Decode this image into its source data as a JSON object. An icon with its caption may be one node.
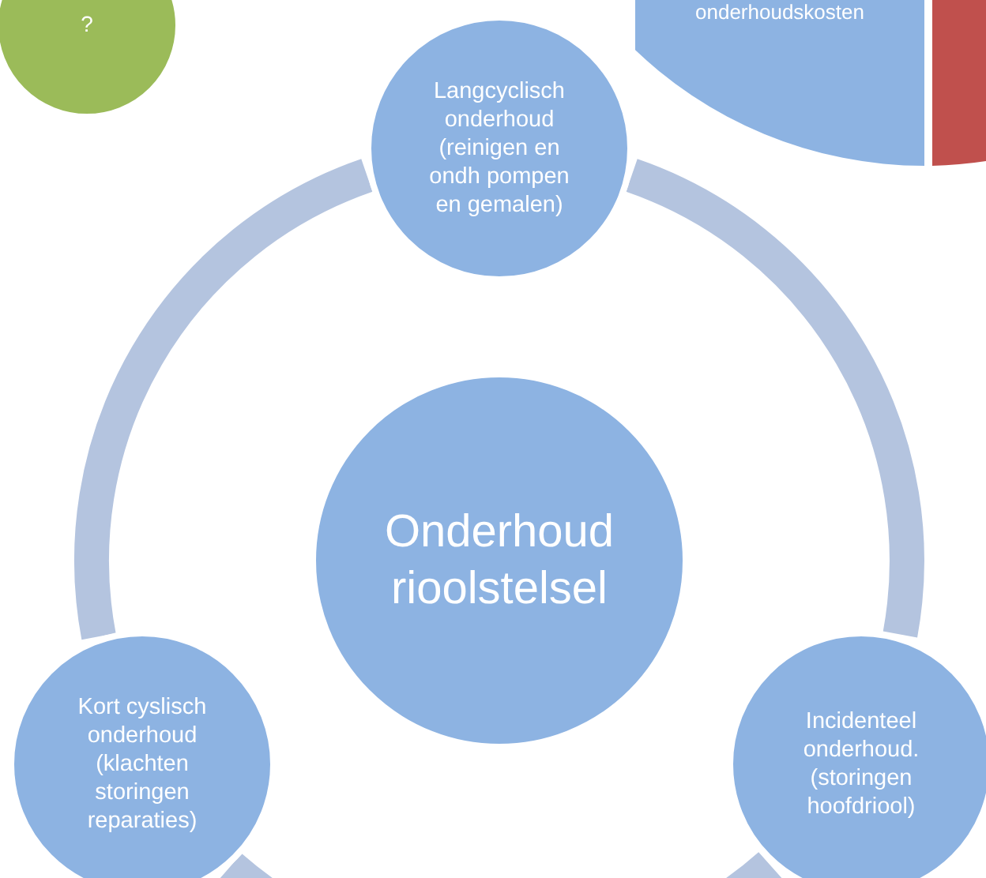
{
  "diagram": {
    "nodes": [
      {
        "text": [
          "?"
        ]
      },
      {
        "text": [
          "onderhoudskosten"
        ]
      },
      {
        "text": [],
        "shape": "box"
      },
      {
        "text": [
          "Langcyclisch onderhoud (reinigen en ondh pompen en gemalen)"
        ]
      },
      {
        "text": [
          "Onderhoud rioolstelsel"
        ]
      },
      {
        "text": [
          "Kort cyslisch onderhoud (klachten storingen reparaties)"
        ]
      },
      {
        "text": [
          "Incidenteel onderhoud. (storingen hoofdriool)"
        ]
      }
    ],
    "edges": [
      {
        "from": 3,
        "to": 6,
        "arrow": "none"
      },
      {
        "from": 6,
        "to": 5,
        "arrow": "none"
      },
      {
        "from": 5,
        "to": 3,
        "arrow": "none"
      }
    ]
  }
}
